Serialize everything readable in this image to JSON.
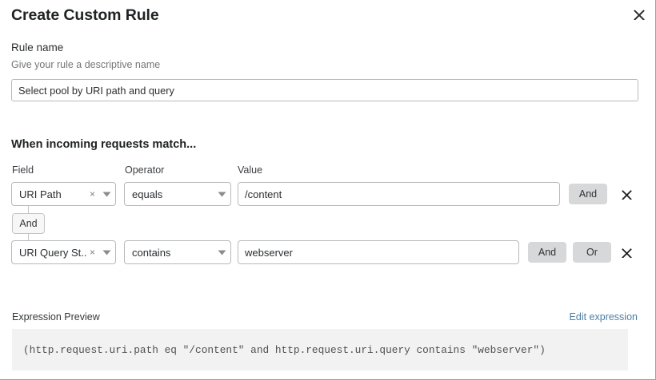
{
  "dialog": {
    "title": "Create Custom Rule",
    "close_icon": "close-icon"
  },
  "rule_name": {
    "label": "Rule name",
    "help": "Give your rule a descriptive name",
    "value": "Select pool by URI path and query",
    "placeholder": "Give your rule a descriptive name"
  },
  "conditions": {
    "heading": "When incoming requests match...",
    "columns": {
      "field": "Field",
      "operator": "Operator",
      "value": "Value"
    },
    "connector": {
      "label": "And"
    },
    "rows": [
      {
        "field": "URI Path",
        "field_clear_icon": "clear-x-icon",
        "field_caret_icon": "chevron-down-icon",
        "operator": "equals",
        "operator_caret_icon": "chevron-down-icon",
        "value": "/content",
        "value_placeholder": "",
        "and_label": "And",
        "or_label": "",
        "delete_icon": "close-icon"
      },
      {
        "field": "URI Query St...",
        "field_clear_icon": "clear-x-icon",
        "field_caret_icon": "chevron-down-icon",
        "operator": "contains",
        "operator_caret_icon": "chevron-down-icon",
        "value": "webserver",
        "value_placeholder": "",
        "and_label": "And",
        "or_label": "Or",
        "delete_icon": "close-icon"
      }
    ]
  },
  "expression_preview": {
    "label": "Expression Preview",
    "edit_link": "Edit expression",
    "code": "(http.request.uri.path eq \"/content\" and http.request.uri.query contains \"webserver\")"
  },
  "colors": {
    "link": "#4b7fa5",
    "button_gray": "#d7d8d9",
    "code_background": "#f2f2f2",
    "border": "#b6b9bc"
  }
}
